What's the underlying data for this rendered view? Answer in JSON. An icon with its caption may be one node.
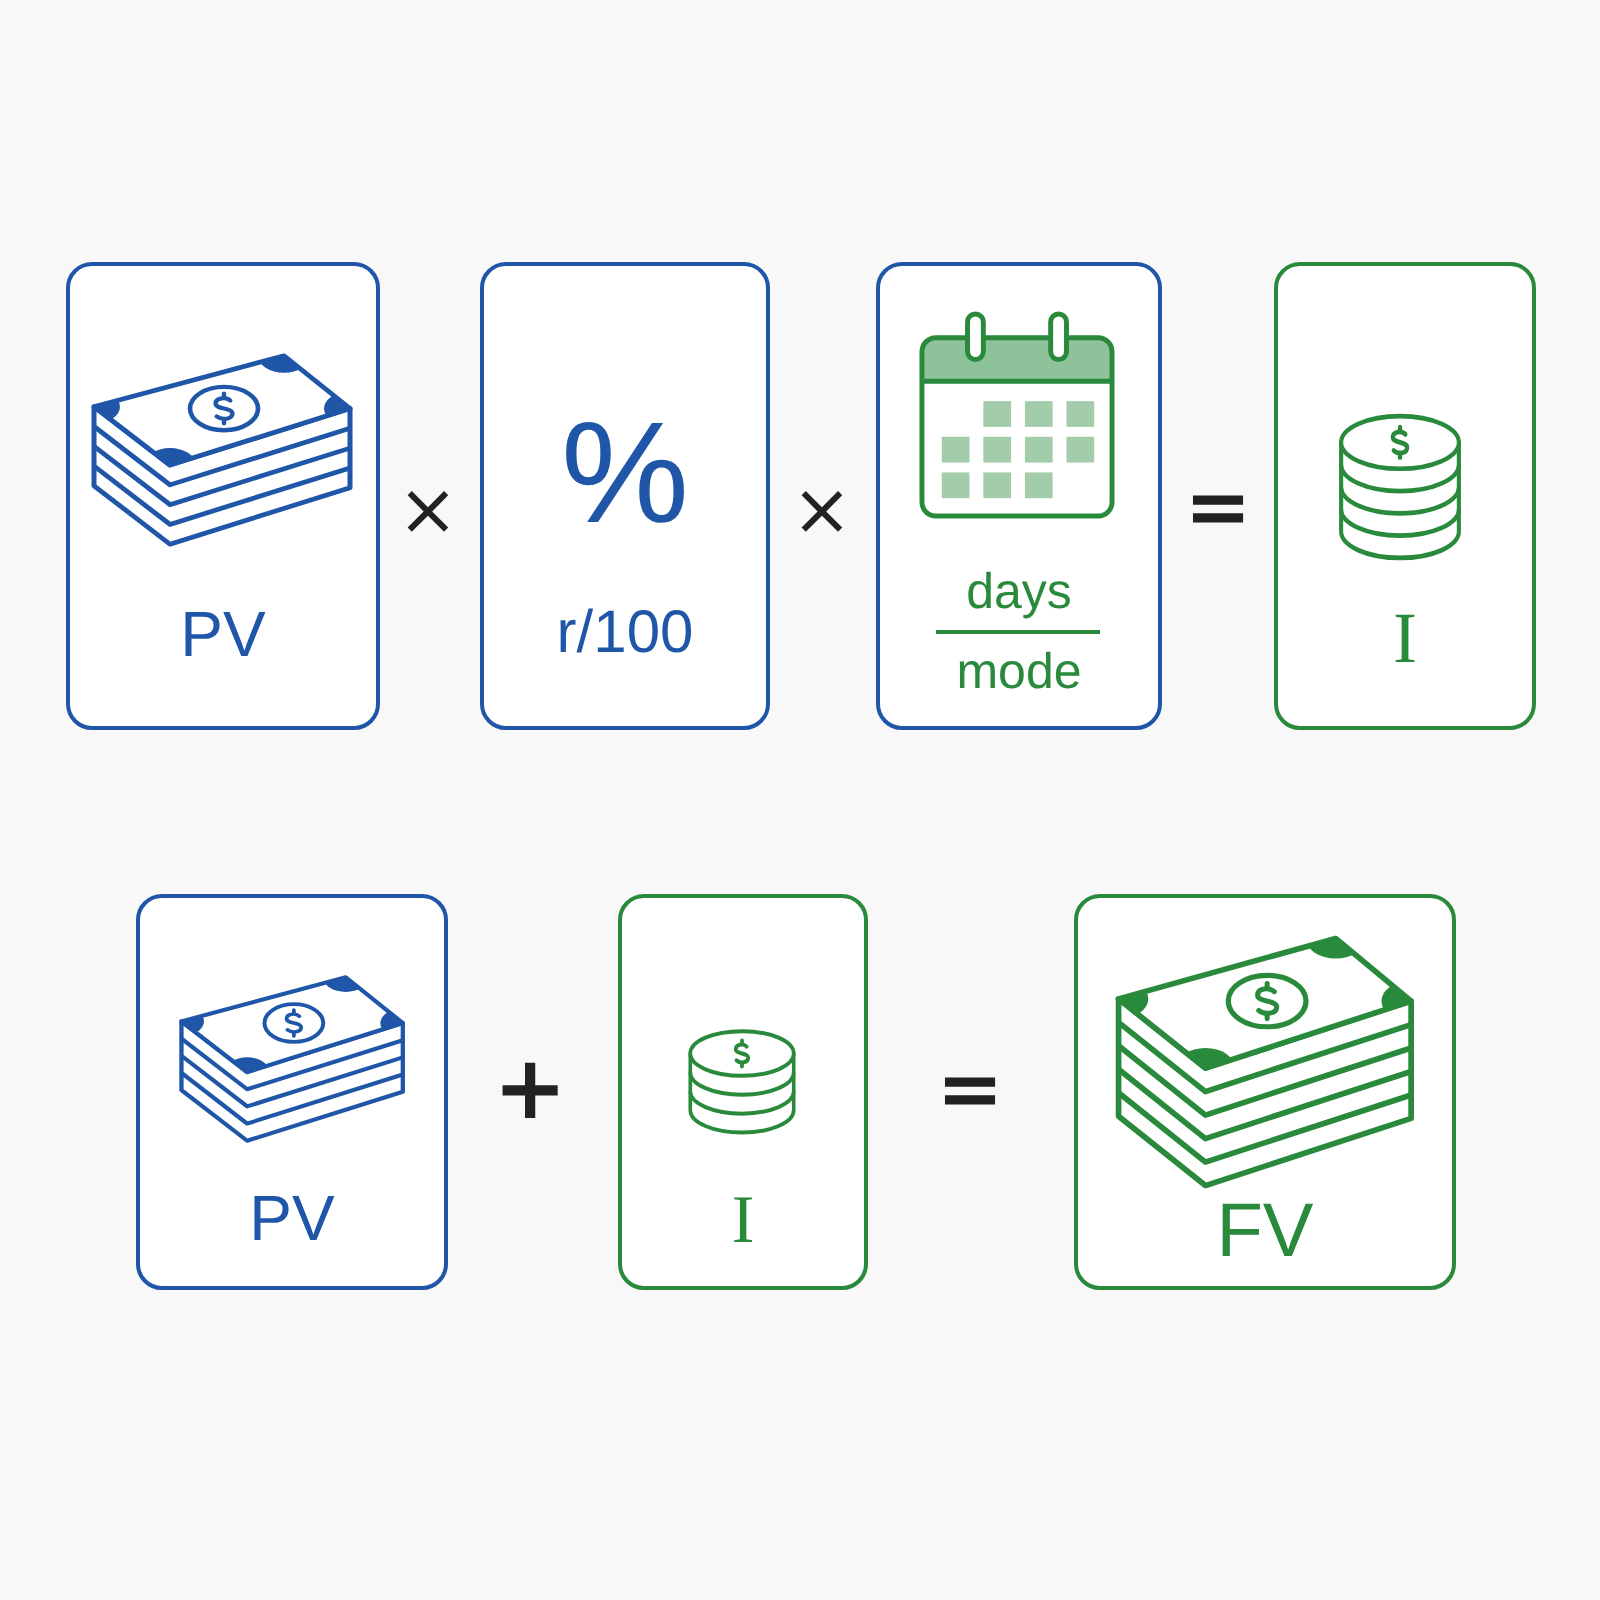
{
  "diagram": {
    "nodes": [
      {
        "text": [
          "PV"
        ]
      },
      {
        "text": [
          "%",
          "r/100"
        ]
      },
      {
        "text": [
          "days",
          "mode"
        ]
      },
      {
        "text": [
          "I"
        ]
      },
      {
        "text": [
          "PV"
        ]
      },
      {
        "text": [
          "I"
        ]
      },
      {
        "text": [
          "FV"
        ]
      }
    ],
    "labels": [
      "×",
      "×",
      "=",
      "+",
      "="
    ]
  }
}
